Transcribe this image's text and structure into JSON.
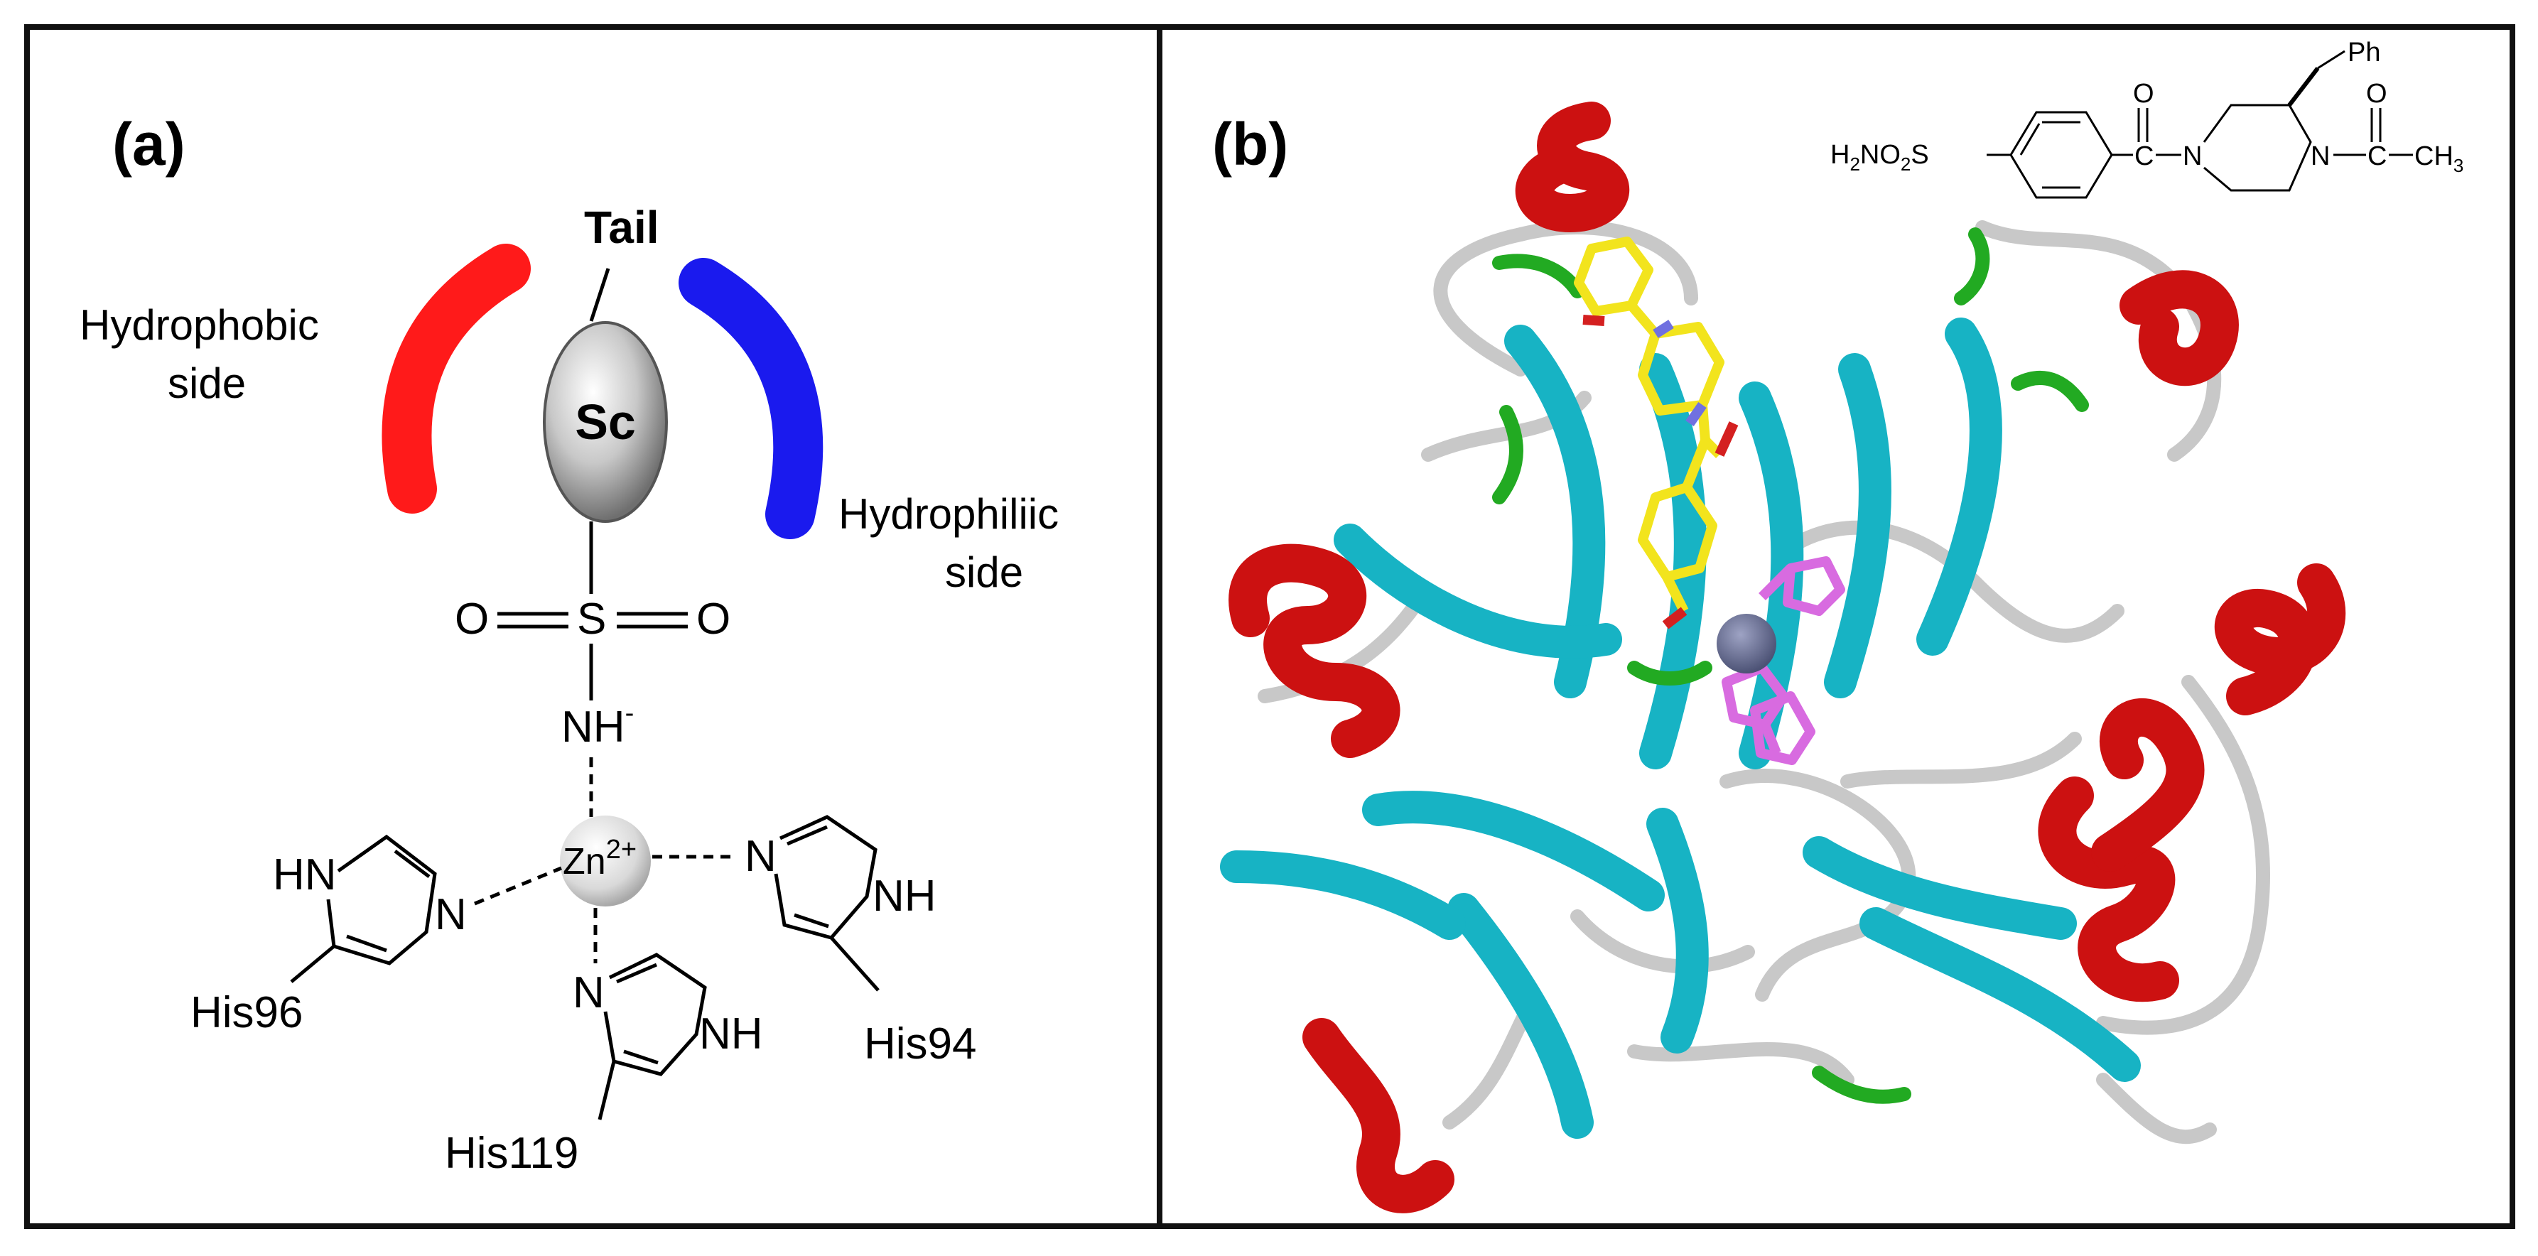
{
  "panel_a": {
    "label": "(a)",
    "tail_label": "Tail",
    "scaffold_label": "Sc",
    "hydrophobic_label": [
      "Hydrophobic",
      "side"
    ],
    "hydrophilic_label": [
      "Hydrophiliic",
      "side"
    ],
    "sulfonyl": {
      "o_left": "O",
      "s": "S",
      "o_right": "O"
    },
    "amide": {
      "text": "NH",
      "charge": "-"
    },
    "zinc": {
      "text": "Zn",
      "charge": "2+"
    },
    "residues": [
      {
        "name": "His96",
        "hn": "HN",
        "n": "N"
      },
      {
        "name": "His94",
        "hn": "NH",
        "n": "N"
      },
      {
        "name": "His119",
        "hn": "NH",
        "n": "N"
      }
    ],
    "colors": {
      "hydrophobic": "#ff1a1a",
      "hydrophilic": "#1a1aee"
    }
  },
  "panel_b": {
    "label": "(b)",
    "formula": {
      "h2no2s": "H",
      "h2no2s_sub": "2",
      "no": "NO",
      "no_sub": "2",
      "s": "S",
      "carbonyl_o1": "O",
      "c1": "C",
      "n1": "N",
      "n2": "N",
      "c2": "C",
      "carbonyl_o2": "O",
      "ch3": "CH",
      "ch3_sub": "3",
      "ph": "Ph"
    },
    "colors": {
      "helix": "#cc1111",
      "sheet": "#17b3c4",
      "coil": "#c8c8c8",
      "turn": "#22aa22",
      "ligand": "#f2e41d",
      "histidine": "#d86be0",
      "zinc_atom": "#6a7192"
    }
  }
}
